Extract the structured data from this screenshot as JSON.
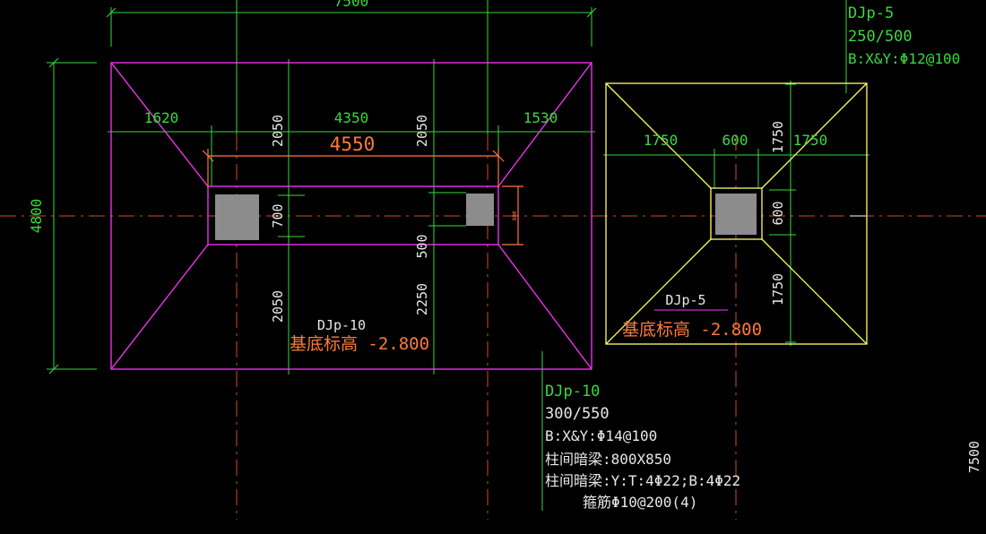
{
  "colors": {
    "background": "#000000",
    "magenta_outline": "#ff33ff",
    "yellow_outline": "#ffff66",
    "dimension_green": "#39d93f",
    "axis_dash": "#d24a2a",
    "text_orange": "#ff7a3a",
    "column_fill": "#8c8c8c"
  },
  "left_footing": {
    "top_dim": "7500",
    "left_dim": "4800",
    "seg_left": "1620",
    "seg_mid": "4350",
    "seg_right": "1530",
    "beam_len": "4550",
    "v_2050_left": "2050",
    "v_2050_right": "2050",
    "v_700": "700",
    "v_500": "500",
    "v_2050_low": "2050",
    "v_2250": "2250",
    "tiny_dim": "800",
    "name": "DJp-10",
    "elevation": "基底标高 -2.800"
  },
  "right_footing": {
    "seg_1750_left": "1750",
    "seg_600": "600",
    "seg_1750_right": "1750",
    "v_1750_top": "1750",
    "v_600": "600",
    "v_1750_bottom": "1750",
    "name": "DJp-5",
    "elevation": "基底标高 -2.800"
  },
  "annotation_djp5": {
    "line1": "DJp-5",
    "line2": "250/500",
    "line3": "B:X&Y:Φ12@100"
  },
  "annotation_djp10": {
    "line1": "DJp-10",
    "line2": "300/550",
    "line3": "B:X&Y:Φ14@100",
    "line4": "柱间暗梁:800X850",
    "line5": "柱间暗梁:Y:T:4Φ22;B:4Φ22",
    "line6": "箍筋Φ10@200(4)"
  },
  "side_dim": "7500"
}
